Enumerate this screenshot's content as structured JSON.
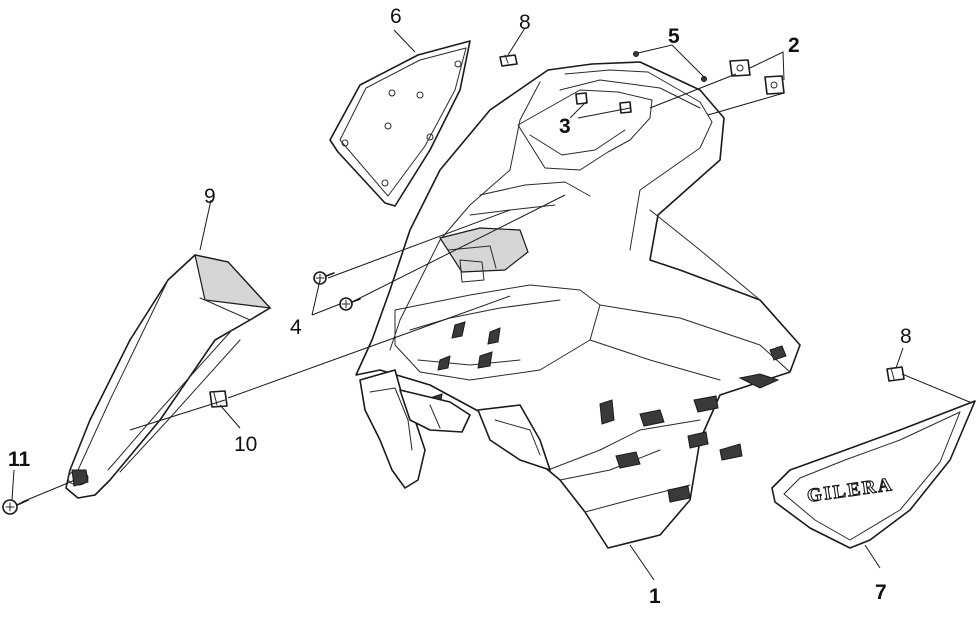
{
  "diagram": {
    "callouts": [
      {
        "id": "c1",
        "label": "1",
        "bold": true
      },
      {
        "id": "c2",
        "label": "2",
        "bold": true
      },
      {
        "id": "c3",
        "label": "3",
        "bold": true
      },
      {
        "id": "c4",
        "label": "4",
        "bold": false
      },
      {
        "id": "c5",
        "label": "5",
        "bold": true
      },
      {
        "id": "c6",
        "label": "6",
        "bold": false
      },
      {
        "id": "c7",
        "label": "7",
        "bold": true
      },
      {
        "id": "c8a",
        "label": "8",
        "bold": false
      },
      {
        "id": "c8b",
        "label": "8",
        "bold": false
      },
      {
        "id": "c9",
        "label": "9",
        "bold": false
      },
      {
        "id": "c10",
        "label": "10",
        "bold": false
      },
      {
        "id": "c11",
        "label": "11",
        "bold": true
      }
    ],
    "logo_text": "GILERA"
  }
}
